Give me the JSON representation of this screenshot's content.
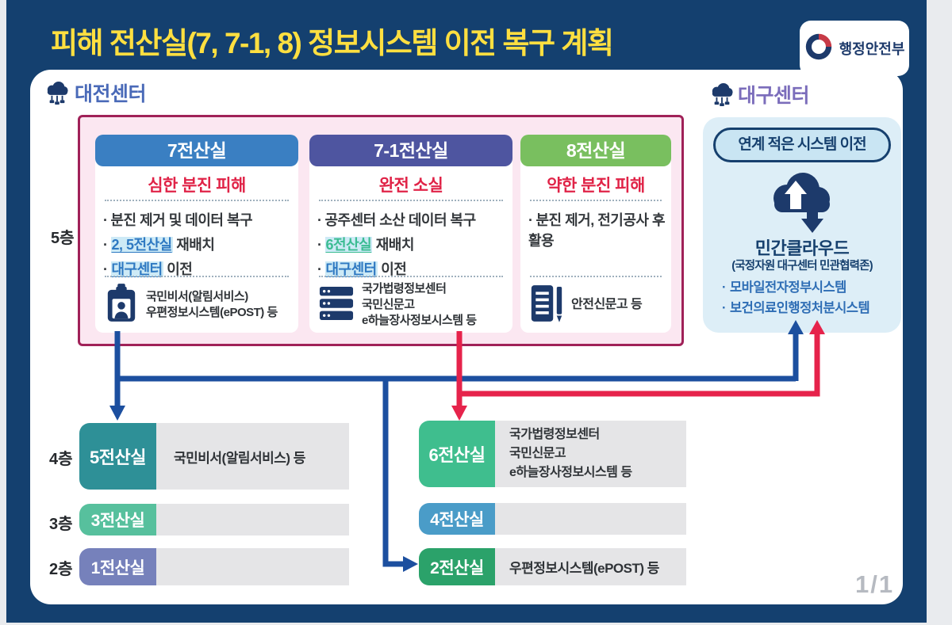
{
  "page": {
    "title": "피해 전산실(7, 7-1, 8) 정보시스템 이전 복구 계획",
    "watermark": "1/1"
  },
  "logo": {
    "label": "행정안전부"
  },
  "daejeon": {
    "label": "대전센터"
  },
  "daegu": {
    "label": "대구센터"
  },
  "cards": [
    {
      "header": "7전산실",
      "damage": "심한 분진 피해",
      "bullets": [
        {
          "text": "분진 제거 및 데이터 복구"
        },
        {
          "link": "2, 5전산실",
          "suffix": " 재배치"
        },
        {
          "link": "대구센터",
          "suffix": " 이전"
        }
      ],
      "icon": "id-badge-icon",
      "systems": [
        "국민비서(알림서비스)",
        "우편정보시스템(ePOST) 등"
      ]
    },
    {
      "header": "7-1전산실",
      "damage": "완전 소실",
      "bullets": [
        {
          "text": "공주센터 소산 데이터 복구"
        },
        {
          "link": "6전산실",
          "suffix": " 재배치"
        },
        {
          "link": "대구센터",
          "suffix": " 이전"
        }
      ],
      "icon": "server-icon",
      "systems": [
        "국가법령정보센터",
        "국민신문고",
        "e하늘장사정보시스템 등"
      ]
    },
    {
      "header": "8전산실",
      "damage": "약한 분진 피해",
      "bullets": [
        {
          "text": "분진 제거, 전기공사 후 활용"
        }
      ],
      "icon": "document-pen-icon",
      "systems": [
        "안전신문고 등"
      ]
    }
  ],
  "daegu_box": {
    "pill": "연계 적은 시스템 이전",
    "cloud_title": "민간클라우드",
    "cloud_subtitle": "(국정자원 대구센터 민관협력존)",
    "systems": [
      "모바일전자정부시스템",
      "보건의료인행정처분시스템"
    ]
  },
  "floors": {
    "f5": {
      "label": "5층"
    },
    "f4": {
      "label": "4층"
    },
    "f3": {
      "label": "3층"
    },
    "f2": {
      "label": "2층"
    }
  },
  "rooms": {
    "r5": {
      "name": "5전산실",
      "desc": "국민비서(알림서비스) 등"
    },
    "r3": {
      "name": "3전산실",
      "desc": ""
    },
    "r1": {
      "name": "1전산실",
      "desc": ""
    },
    "r6": {
      "name": "6전산실",
      "desc_lines": [
        "국가법령정보센터",
        "국민신문고",
        "e하늘장사정보시스템 등"
      ]
    },
    "r4": {
      "name": "4전산실",
      "desc": ""
    },
    "r2": {
      "name": "2전산실",
      "desc": "우편정보시스템(ePOST) 등"
    }
  },
  "colors": {
    "frame_navy": "#14406f",
    "title_yellow": "#ffdf40",
    "pink_panel_bg": "#fbe7f1",
    "pink_panel_border": "#a02158",
    "header_7": "#3a7fc2",
    "header_71": "#4e55a0",
    "header_8": "#79bf5f",
    "damage_red": "#e02347",
    "link_blue": "#2f79c2",
    "link_teal": "#3bbc92",
    "highlight": "#cdeaf6",
    "daegu_box_bg": "#ddeef7",
    "pill_bg": "#c9e5f3",
    "navy_text": "#16406e",
    "room5": "#2e9097",
    "room3": "#57c09d",
    "room1": "#7681bb",
    "room6": "#3fbe8e",
    "room4": "#4a9cc8",
    "room2": "#2ba26a",
    "gray_bar": "#e5e5e7",
    "arrow_blue": "#1c4f9f",
    "arrow_red": "#e6234b"
  }
}
